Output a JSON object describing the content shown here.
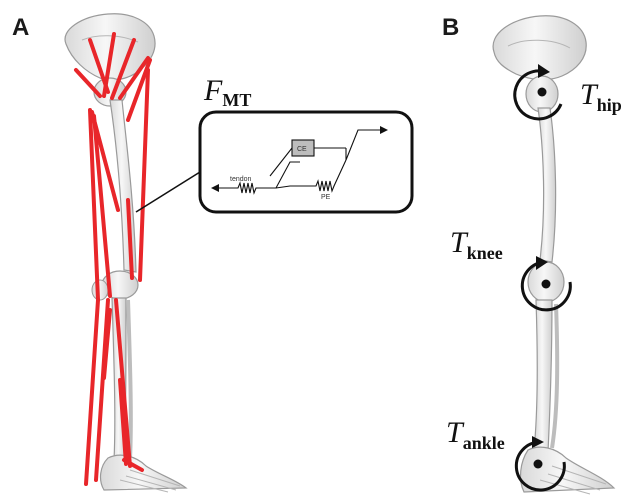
{
  "panels": {
    "a": {
      "letter": "A"
    },
    "b": {
      "letter": "B"
    }
  },
  "muscle_force": {
    "symbol": "F",
    "subscript": "MT"
  },
  "inset": {
    "ce_label": "CE",
    "pe_label": "PE",
    "tendon_label": "tendon"
  },
  "torques": {
    "hip": {
      "symbol": "T",
      "subscript": "hip"
    },
    "knee": {
      "symbol": "T",
      "subscript": "knee"
    },
    "ankle": {
      "symbol": "T",
      "subscript": "ankle"
    }
  },
  "colors": {
    "muscle": "#e8262a",
    "bone_fill": "#ececec",
    "bone_stroke": "#9a9a9a",
    "ink": "#111111"
  }
}
